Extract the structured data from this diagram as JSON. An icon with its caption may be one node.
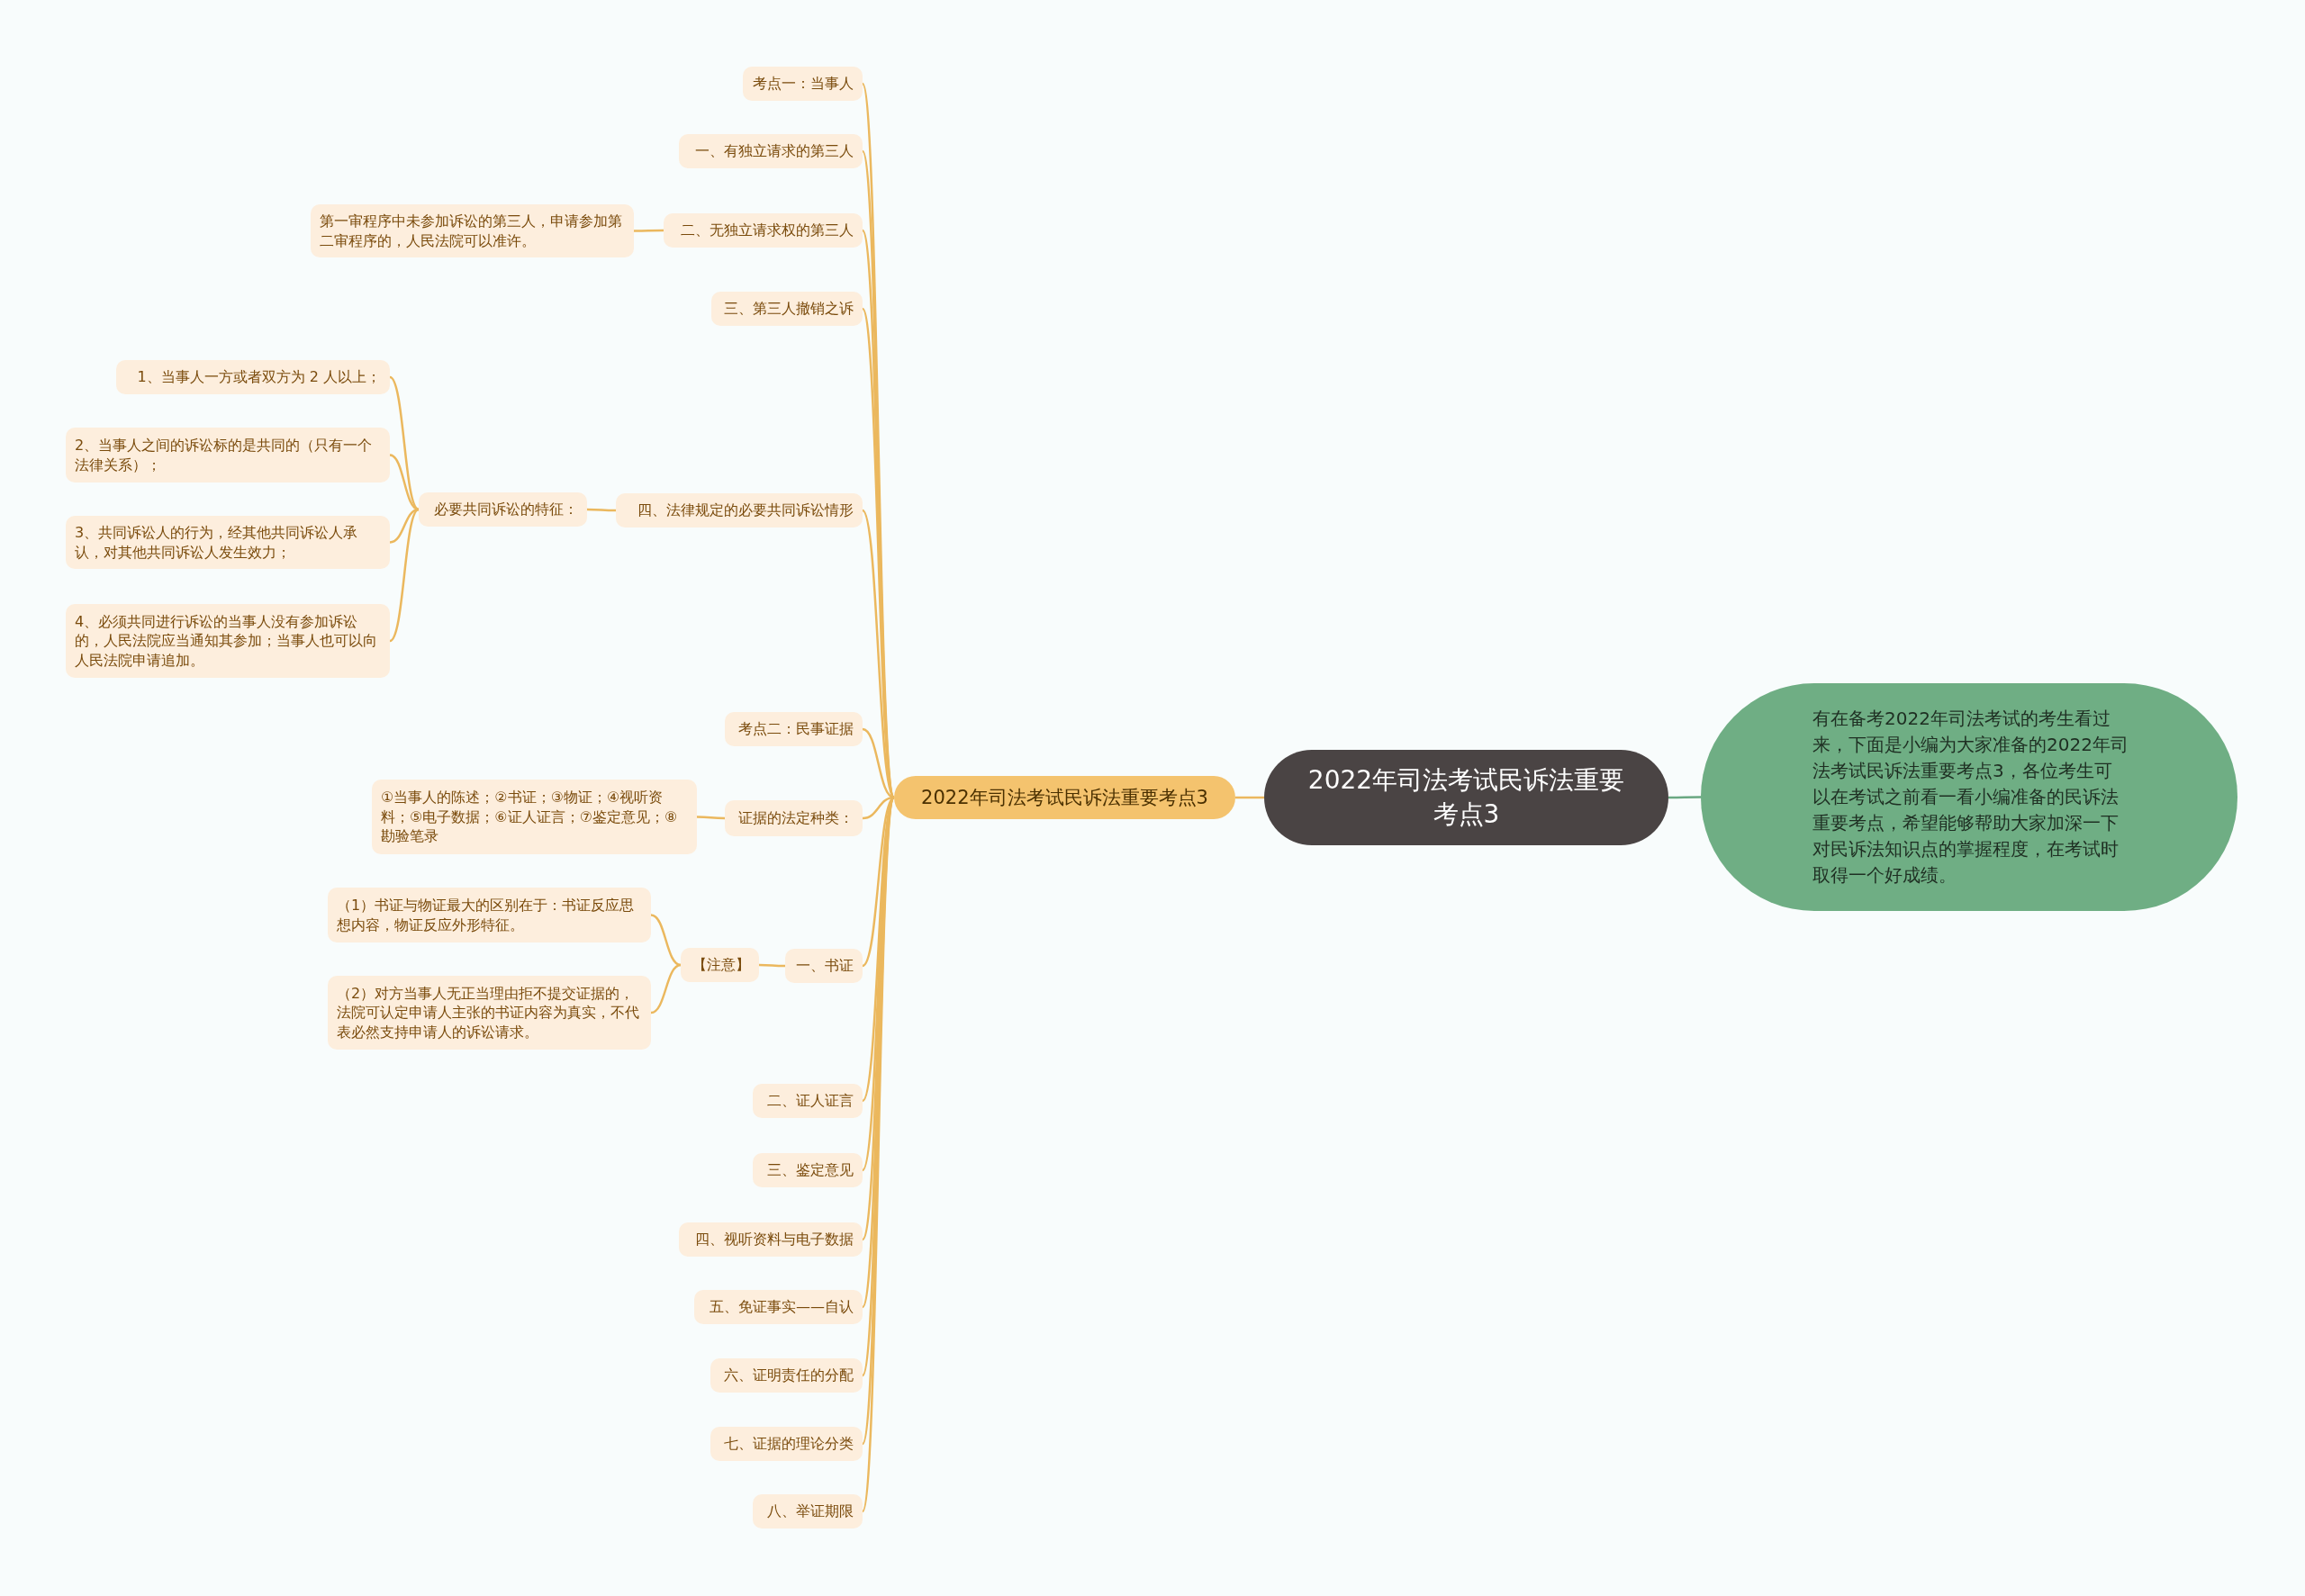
{
  "diagram": {
    "nodes": [
      {
        "text": [
          "2022年司法考试民诉法重要考点3"
        ]
      },
      {
        "text": [
          "有在备考2022年司法考试的考生看过来，下面是小编为大家准备的2022年司法考试民诉法重要考点3，各位考生可以在考试之前看一看小编准备的民诉法重要考点，希望能够帮助大家加深一下对民诉法知识点的掌握程度，在考试时取得一个好成绩。"
        ]
      },
      {
        "text": [
          "2022年司法考试民诉法重要考点3"
        ]
      },
      {
        "text": [
          "考点一：当事人"
        ]
      },
      {
        "text": [
          "一、有独立请求的第三人"
        ]
      },
      {
        "text": [
          "二、无独立请求权的第三人"
        ]
      },
      {
        "text": [
          "第一审程序中未参加诉讼的第三人，申请参加第二审程序的，人民法院可以准许。"
        ]
      },
      {
        "text": [
          "三、第三人撤销之诉"
        ]
      },
      {
        "text": [
          "四、法律规定的必要共同诉讼情形"
        ]
      },
      {
        "text": [
          "必要共同诉讼的特征："
        ]
      },
      {
        "text": [
          "1、当事人一方或者双方为 2 人以上；"
        ]
      },
      {
        "text": [
          "2、当事人之间的诉讼标的是共同的（只有一个法律关系）；"
        ]
      },
      {
        "text": [
          "3、共同诉讼人的行为，经其他共同诉讼人承认，对其他共同诉讼人发生效力；"
        ]
      },
      {
        "text": [
          "4、必须共同进行诉讼的当事人没有参加诉讼的，人民法院应当通知其参加；当事人也可以向人民法院申请追加。"
        ]
      },
      {
        "text": [
          "考点二：民事证据"
        ]
      },
      {
        "text": [
          "证据的法定种类："
        ]
      },
      {
        "text": [
          "①当事人的陈述；②书证；③物证；④视听资料；⑤电子数据；⑥证人证言；⑦鉴定意见；⑧ 勘验笔录"
        ]
      },
      {
        "text": [
          "一、书证"
        ]
      },
      {
        "text": [
          "【注意】"
        ]
      },
      {
        "text": [
          "（1）书证与物证最大的区别在于：书证反应思想内容，物证反应外形特征。"
        ]
      },
      {
        "text": [
          "（2）对方当事人无正当理由拒不提交证据的，法院可认定申请人主张的书证内容为真实，不代表必然支持申请人的诉讼请求。"
        ]
      },
      {
        "text": [
          "二、证人证言"
        ]
      },
      {
        "text": [
          "三、鉴定意见"
        ]
      },
      {
        "text": [
          "四、视听资料与电子数据"
        ]
      },
      {
        "text": [
          "五、免证事实——自认"
        ]
      },
      {
        "text": [
          "六、证明责任的分配"
        ]
      },
      {
        "text": [
          "七、证据的理论分类"
        ]
      },
      {
        "text": [
          "八、举证期限"
        ]
      }
    ],
    "edges": [
      {
        "from": 0,
        "to": 1,
        "arrow": "none",
        "color": "#6aa882"
      },
      {
        "from": 0,
        "to": 2,
        "arrow": "none"
      },
      {
        "from": 2,
        "to": 3,
        "arrow": "none"
      },
      {
        "from": 2,
        "to": 4,
        "arrow": "none"
      },
      {
        "from": 2,
        "to": 5,
        "arrow": "none"
      },
      {
        "from": 5,
        "to": 6,
        "arrow": "none"
      },
      {
        "from": 2,
        "to": 7,
        "arrow": "none"
      },
      {
        "from": 2,
        "to": 8,
        "arrow": "none"
      },
      {
        "from": 8,
        "to": 9,
        "arrow": "none"
      },
      {
        "from": 9,
        "to": 10,
        "arrow": "none"
      },
      {
        "from": 9,
        "to": 11,
        "arrow": "none"
      },
      {
        "from": 9,
        "to": 12,
        "arrow": "none"
      },
      {
        "from": 9,
        "to": 13,
        "arrow": "none"
      },
      {
        "from": 2,
        "to": 14,
        "arrow": "none"
      },
      {
        "from": 2,
        "to": 15,
        "arrow": "none"
      },
      {
        "from": 15,
        "to": 16,
        "arrow": "none"
      },
      {
        "from": 2,
        "to": 17,
        "arrow": "none"
      },
      {
        "from": 17,
        "to": 18,
        "arrow": "none"
      },
      {
        "from": 18,
        "to": 19,
        "arrow": "none"
      },
      {
        "from": 18,
        "to": 20,
        "arrow": "none"
      },
      {
        "from": 2,
        "to": 21,
        "arrow": "none"
      },
      {
        "from": 2,
        "to": 22,
        "arrow": "none"
      },
      {
        "from": 2,
        "to": 23,
        "arrow": "none"
      },
      {
        "from": 2,
        "to": 24,
        "arrow": "none"
      },
      {
        "from": 2,
        "to": 25,
        "arrow": "none"
      },
      {
        "from": 2,
        "to": 26,
        "arrow": "none"
      },
      {
        "from": 2,
        "to": 27,
        "arrow": "none"
      }
    ]
  }
}
